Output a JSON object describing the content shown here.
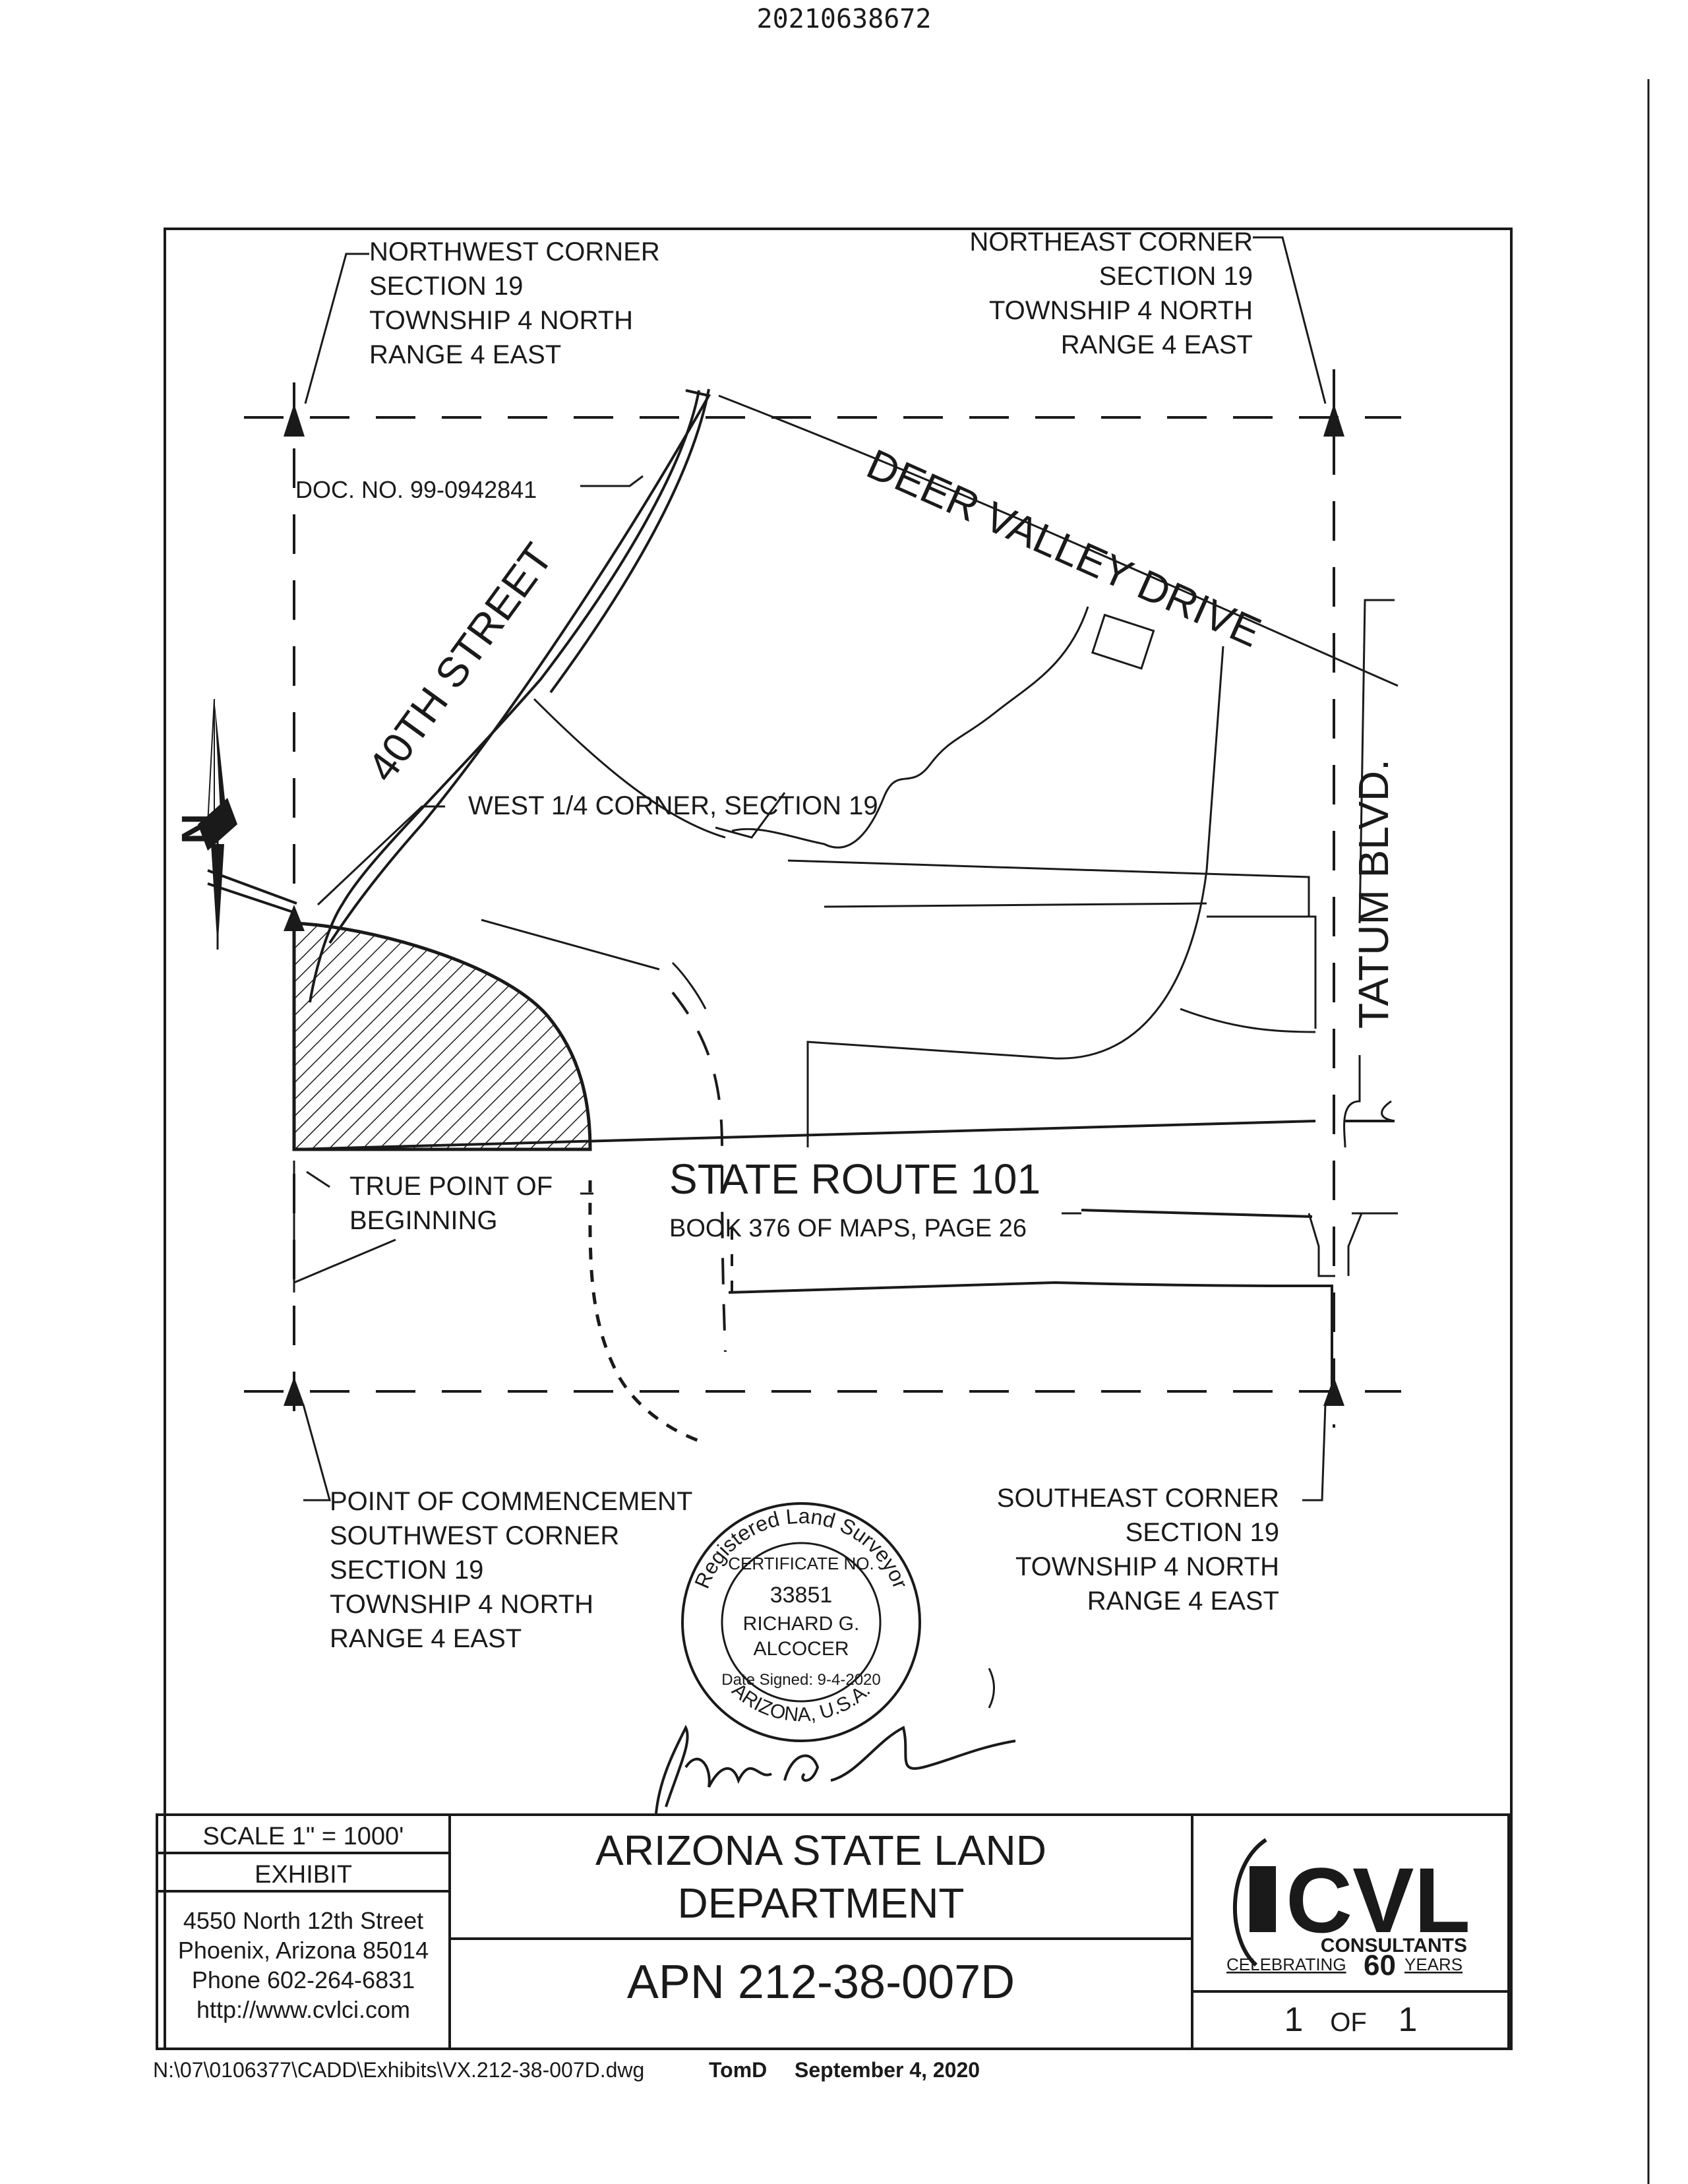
{
  "recording_number": "20210638672",
  "corners": {
    "northwest": [
      "NORTHWEST CORNER",
      "SECTION 19",
      "TOWNSHIP 4 NORTH",
      "RANGE 4 EAST"
    ],
    "northeast": [
      "NORTHEAST CORNER",
      "SECTION 19",
      "TOWNSHIP 4 NORTH",
      "RANGE 4 EAST"
    ],
    "southwest": [
      "POINT OF COMMENCEMENT",
      "SOUTHWEST CORNER",
      "SECTION 19",
      "TOWNSHIP 4 NORTH",
      "RANGE 4 EAST"
    ],
    "southeast": [
      "SOUTHEAST CORNER",
      "SECTION 19",
      "TOWNSHIP 4 NORTH",
      "RANGE 4 EAST"
    ]
  },
  "labels": {
    "doc_no": "DOC. NO. 99-0942841",
    "street_40th": "40TH STREET",
    "deer_valley": "DEER VALLEY DRIVE",
    "tatum": "TATUM BLVD.",
    "west_quarter": "WEST 1/4 CORNER, SECTION 19",
    "true_point": [
      "TRUE POINT OF",
      "BEGINNING"
    ],
    "state_route": "STATE ROUTE 101",
    "book": "BOOK 376 OF MAPS, PAGE 26",
    "north_arrow": "N"
  },
  "seal": {
    "ring_top": "Registered Land Surveyor",
    "certificate": "CERTIFICATE NO.",
    "number": "33851",
    "name": [
      "RICHARD G.",
      "ALCOCER"
    ],
    "date_signed": "Date Signed: 9-4-2020",
    "state": "ARIZONA, U.S.A."
  },
  "title_block": {
    "scale": "SCALE 1\" = 1000'",
    "exhibit": "EXHIBIT",
    "address": [
      "4550 North 12th Street",
      "Phoenix, Arizona 85014",
      "Phone 602-264-6831",
      "http://www.cvlci.com"
    ],
    "agency": [
      "ARIZONA STATE LAND",
      "DEPARTMENT"
    ],
    "apn": "APN 212-38-007D",
    "logo_text": "CVL",
    "logo_sub": "CONSULTANTS",
    "celebrating": "CELEBRATING",
    "years_num": "60",
    "years": "YEARS",
    "sheet": "1",
    "of": "OF",
    "sheet_total": "1"
  },
  "footer": {
    "path": "N:\\07\\0106377\\CADD\\Exhibits\\VX.212-38-007D.dwg",
    "author": "TomD",
    "date": "September 4, 2020"
  },
  "colors": {
    "ink": "#1a1a1a",
    "paper": "#ffffff"
  }
}
